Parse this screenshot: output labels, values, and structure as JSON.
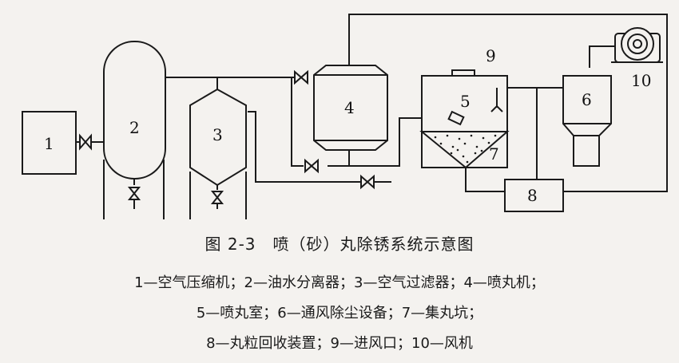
{
  "figure": {
    "title": "图 2-3　喷（砂）丸除锈系统示意图",
    "legend_lines": [
      "1—空气压缩机；2—油水分离器；3—空气过滤器；4—喷丸机；",
      "5—喷丸室；6—通风除尘设备；7—集丸坑；",
      "8—丸粒回收装置；9—进风口；10—风机"
    ]
  },
  "components": {
    "c1": "1",
    "c2": "2",
    "c3": "3",
    "c4": "4",
    "c5": "5",
    "c6": "6",
    "c7": "7",
    "c8": "8",
    "c9": "9",
    "c10": "10"
  }
}
